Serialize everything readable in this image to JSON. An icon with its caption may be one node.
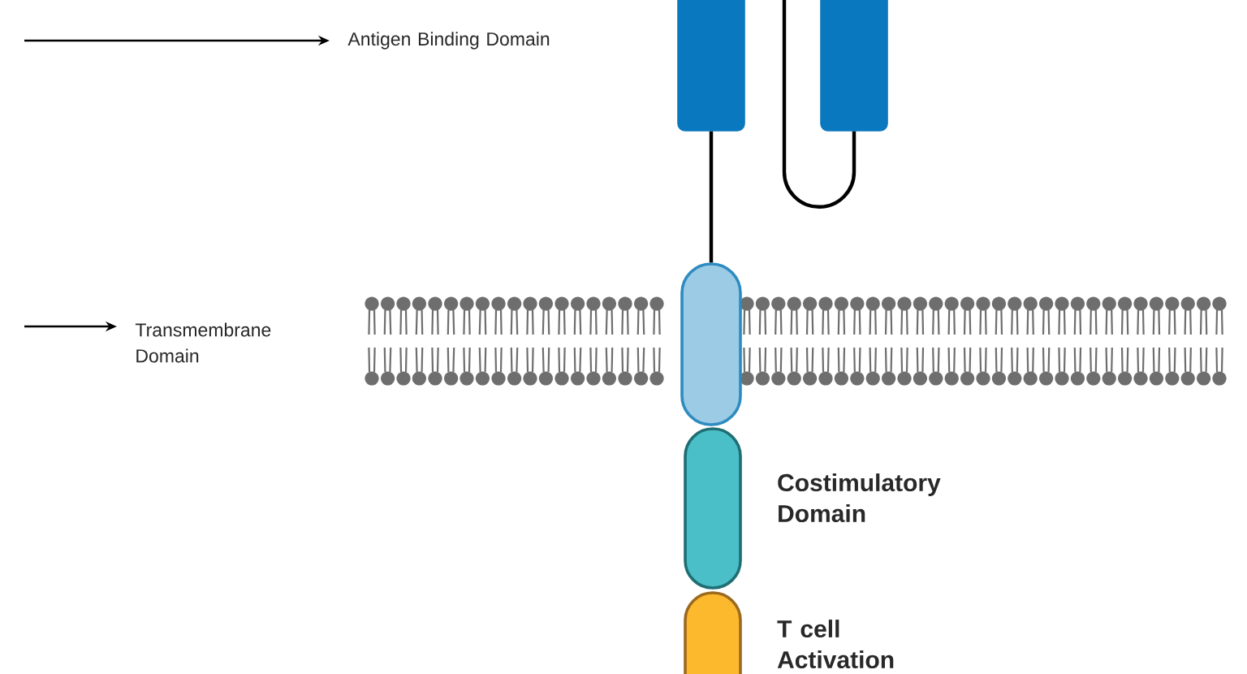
{
  "diagram": {
    "nodes": [
      {
        "text": [
          "Antigen Binding Domain"
        ]
      },
      {
        "text": [],
        "shape": "box"
      },
      {
        "text": [],
        "shape": "box"
      },
      {
        "text": [
          "Transmembrane Domain"
        ]
      },
      {
        "text": [],
        "shape": "capsule"
      },
      {
        "text": [],
        "shape": "capsule",
        "beside": [
          "Costimulatory Domain"
        ]
      },
      {
        "text": [],
        "shape": "capsule",
        "beside": [
          "T cell Activation"
        ]
      }
    ],
    "edges": [
      {
        "from": null,
        "to": 0,
        "arrow": "to"
      },
      {
        "from": null,
        "to": 3,
        "arrow": "to"
      },
      {
        "from": 1,
        "to": 4,
        "arrow": "none"
      },
      {
        "from": 2,
        "to": null,
        "arrow": "none"
      }
    ]
  }
}
